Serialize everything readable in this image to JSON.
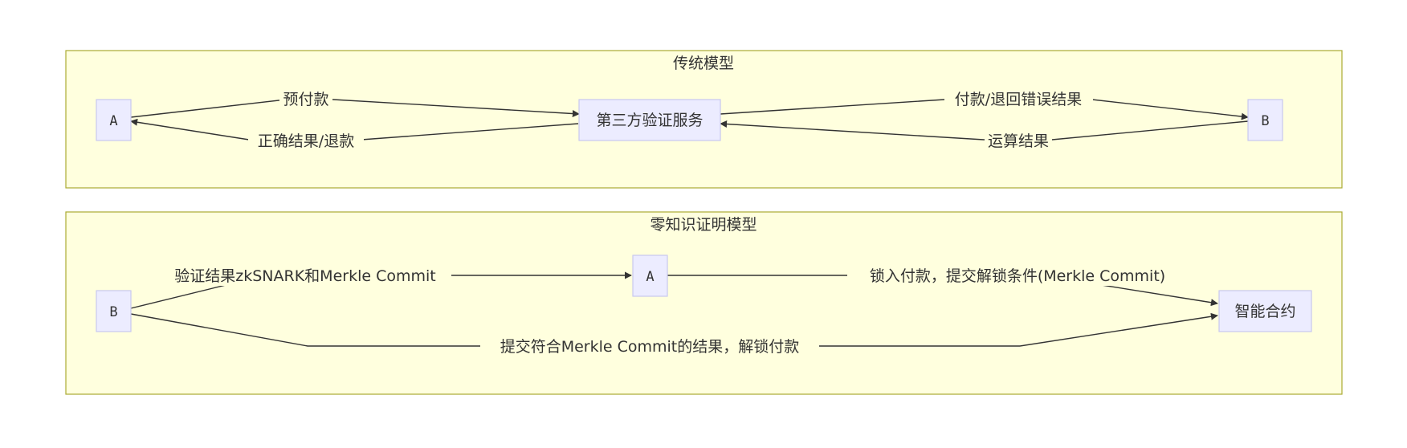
{
  "clusters": {
    "traditional": {
      "title": "传统模型"
    },
    "zk": {
      "title": "零知识证明模型"
    }
  },
  "nodes": {
    "t_a": "A",
    "t_third": "第三方验证服务",
    "t_b": "B",
    "z_b": "B",
    "z_a": "A",
    "z_contract": "智能合约"
  },
  "edges": {
    "prepay": "预付款",
    "correct": "正确结果/退款",
    "pay_or_return": "付款/退回错误结果",
    "compute": "运算结果",
    "verify": "验证结果zkSNARK和Merkle Commit",
    "lock": "锁入付款，提交解锁条件(Merkle Commit)",
    "submit": "提交符合Merkle Commit的结果，解锁付款"
  },
  "colors": {
    "cluster_fill": "#ffffde",
    "cluster_stroke": "#aaaa33",
    "node_fill": "#ececff",
    "node_stroke": "#c9c9ee",
    "edge": "#333333"
  }
}
